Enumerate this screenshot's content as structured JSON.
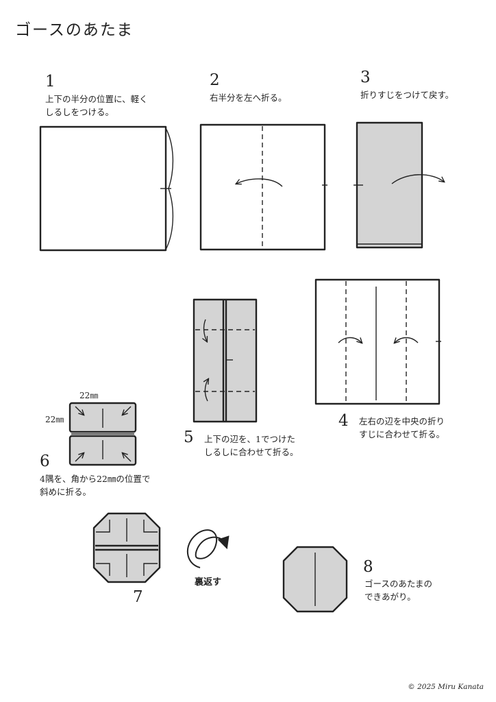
{
  "title": "ゴースのあたま",
  "steps": [
    {
      "num": "1",
      "text": [
        "上下の半分の位置に、軽く",
        "しるしをつける。"
      ]
    },
    {
      "num": "2",
      "text": [
        "右半分を左へ折る。"
      ]
    },
    {
      "num": "3",
      "text": [
        "折りすじをつけて戻す。"
      ]
    },
    {
      "num": "4",
      "text": [
        "左右の辺を中央の折り",
        "すじに合わせて折る。"
      ]
    },
    {
      "num": "5",
      "text": [
        "上下の辺を、1でつけた",
        "しるしに合わせて折る。"
      ]
    },
    {
      "num": "6",
      "text": [
        "4隅を、角から22㎜の位置で",
        "斜めに折る。"
      ]
    },
    {
      "num": "7",
      "text": []
    },
    {
      "num": "8",
      "text": [
        "ゴースのあたまの",
        "できあがり。"
      ]
    }
  ],
  "dimensions": {
    "top": "22㎜",
    "left": "22㎜"
  },
  "turn_over": "裏返す",
  "copyright": "© 2025 Miru Kanata",
  "colors": {
    "paper_front": "#ffffff",
    "paper_back": "#d4d4d4",
    "line": "#222222"
  }
}
